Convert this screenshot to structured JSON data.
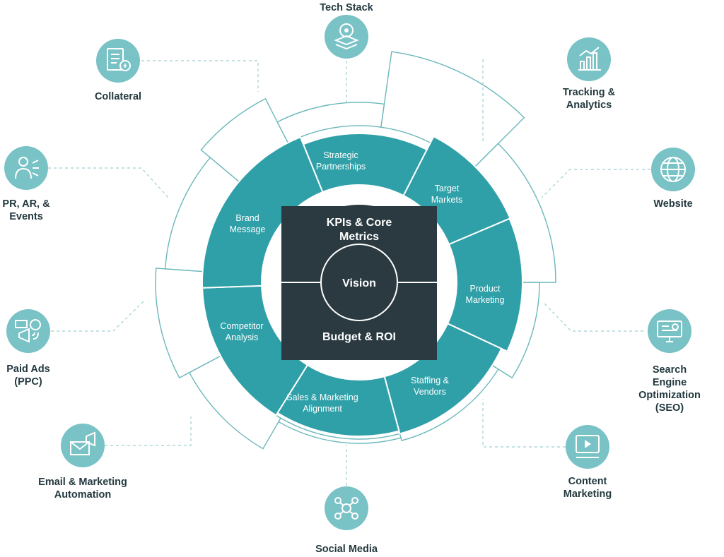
{
  "diagram": {
    "colors": {
      "teal": "#2fa0a8",
      "teal_icon": "#79c2c6",
      "dark": "#2a3a40",
      "outline": "#6bb7bb",
      "text_dark": "#23393f"
    },
    "core": {
      "top": "KPIs & Core\nMetrics",
      "center": "Vision",
      "bottom": "Budget & ROI"
    },
    "segments": [
      {
        "label": "Strategic\nPartnerships"
      },
      {
        "label": "Target\nMarkets"
      },
      {
        "label": "Product\nMarketing"
      },
      {
        "label": "Staffing &\nVendors"
      },
      {
        "label": "Sales & Marketing\nAlignment"
      },
      {
        "label": "Competitor\nAnalysis"
      },
      {
        "label": "Brand\nMessage"
      }
    ],
    "channels": [
      {
        "label": "Tech Stack",
        "icon": "tech-stack-icon"
      },
      {
        "label": "Tracking &\nAnalytics",
        "icon": "analytics-chart-icon"
      },
      {
        "label": "Website",
        "icon": "globe-www-icon"
      },
      {
        "label": "Search Engine\nOptimization (SEO)",
        "icon": "seo-monitor-icon"
      },
      {
        "label": "Content\nMarketing",
        "icon": "content-media-icon"
      },
      {
        "label": "Social Media",
        "icon": "social-network-icon"
      },
      {
        "label": "Email & Marketing\nAutomation",
        "icon": "email-megaphone-icon"
      },
      {
        "label": "Paid Ads\n(PPC)",
        "icon": "ads-megaphone-icon"
      },
      {
        "label": "PR, AR, &\nEvents",
        "icon": "pr-person-icon"
      },
      {
        "label": "Collateral",
        "icon": "document-icon"
      }
    ]
  }
}
